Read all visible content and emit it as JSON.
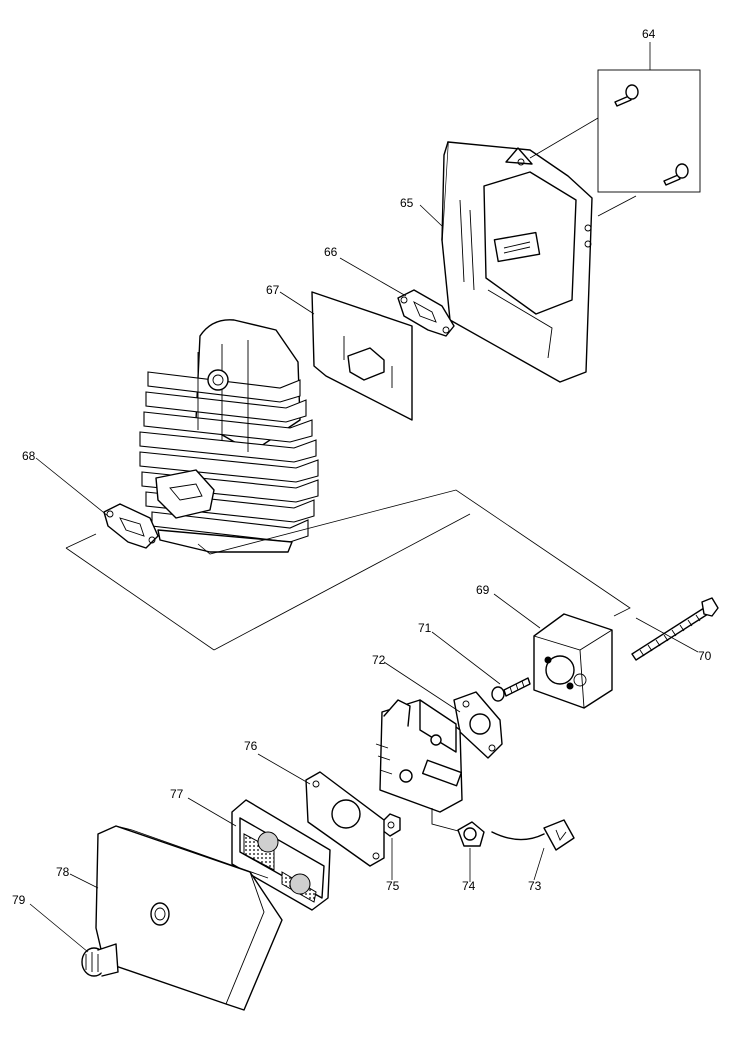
{
  "diagram": {
    "callouts": [
      {
        "id": "64",
        "label": "64"
      },
      {
        "id": "65",
        "label": "65"
      },
      {
        "id": "66",
        "label": "66"
      },
      {
        "id": "67",
        "label": "67"
      },
      {
        "id": "68",
        "label": "68"
      },
      {
        "id": "69",
        "label": "69"
      },
      {
        "id": "70",
        "label": "70"
      },
      {
        "id": "71",
        "label": "71"
      },
      {
        "id": "72",
        "label": "72"
      },
      {
        "id": "73",
        "label": "73"
      },
      {
        "id": "74",
        "label": "74"
      },
      {
        "id": "75",
        "label": "75"
      },
      {
        "id": "76",
        "label": "76"
      },
      {
        "id": "77",
        "label": "77"
      },
      {
        "id": "78",
        "label": "78"
      },
      {
        "id": "79",
        "label": "79"
      }
    ]
  }
}
